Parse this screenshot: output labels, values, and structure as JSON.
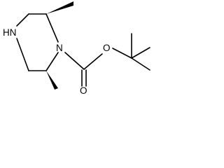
{
  "structure": {
    "atoms": {
      "n_amine": "HN",
      "n_carbamate": "N",
      "o_ester": "O",
      "o_carbonyl": "O"
    }
  },
  "colors": {
    "ink": "#000000",
    "background": "#ffffff"
  }
}
